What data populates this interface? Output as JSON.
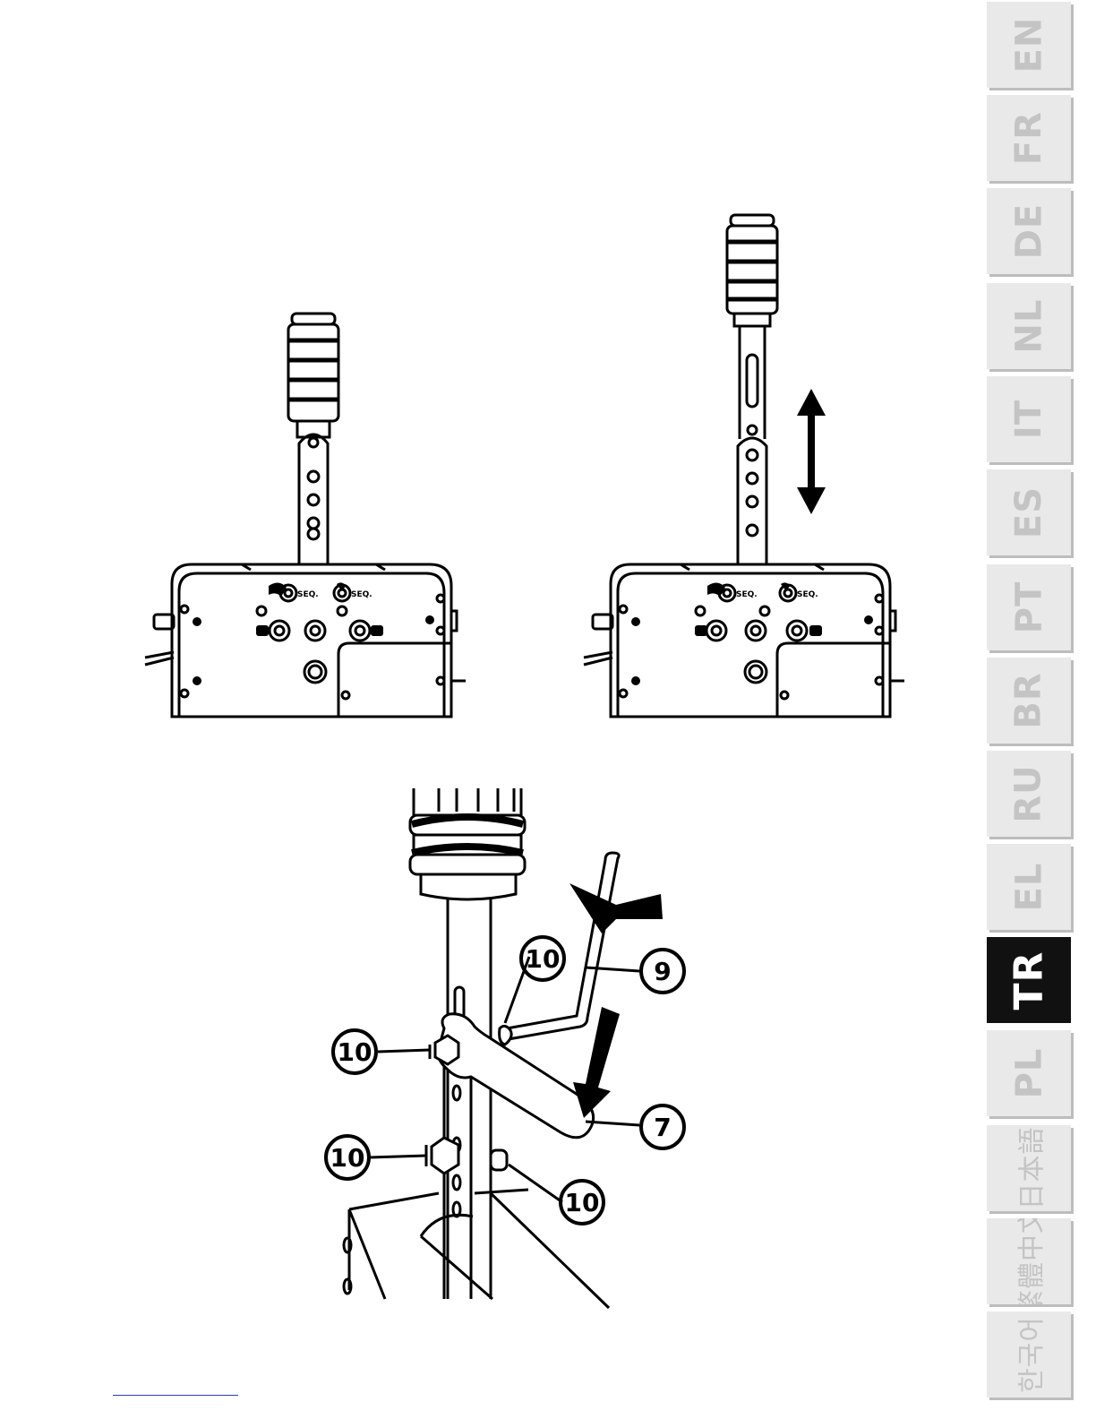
{
  "page": {
    "background": "#ffffff",
    "accent": "#111111",
    "footer_rule_color": "#2b3fb5"
  },
  "figures": {
    "shifter_left": {
      "port_label_1": "SEQ.",
      "port_label_2": "SEQ."
    },
    "shifter_right": {
      "port_label_1": "SEQ.",
      "port_label_2": "SEQ."
    },
    "wrench_detail": {
      "callouts": [
        {
          "number": "10"
        },
        {
          "number": "9"
        },
        {
          "number": "10"
        },
        {
          "number": "7"
        },
        {
          "number": "10"
        },
        {
          "number": "10"
        }
      ]
    }
  },
  "language_tabs": [
    {
      "label": "EN",
      "active": false
    },
    {
      "label": "FR",
      "active": false
    },
    {
      "label": "DE",
      "active": false
    },
    {
      "label": "NL",
      "active": false
    },
    {
      "label": "IT",
      "active": false
    },
    {
      "label": "ES",
      "active": false
    },
    {
      "label": "PT",
      "active": false
    },
    {
      "label": "BR",
      "active": false
    },
    {
      "label": "RU",
      "active": false
    },
    {
      "label": "EL",
      "active": false
    },
    {
      "label": "TR",
      "active": true
    },
    {
      "label": "PL",
      "active": false
    },
    {
      "label": "日本語",
      "active": false
    },
    {
      "label": "繁體中文",
      "active": false
    },
    {
      "label": "한국어",
      "active": false
    }
  ]
}
